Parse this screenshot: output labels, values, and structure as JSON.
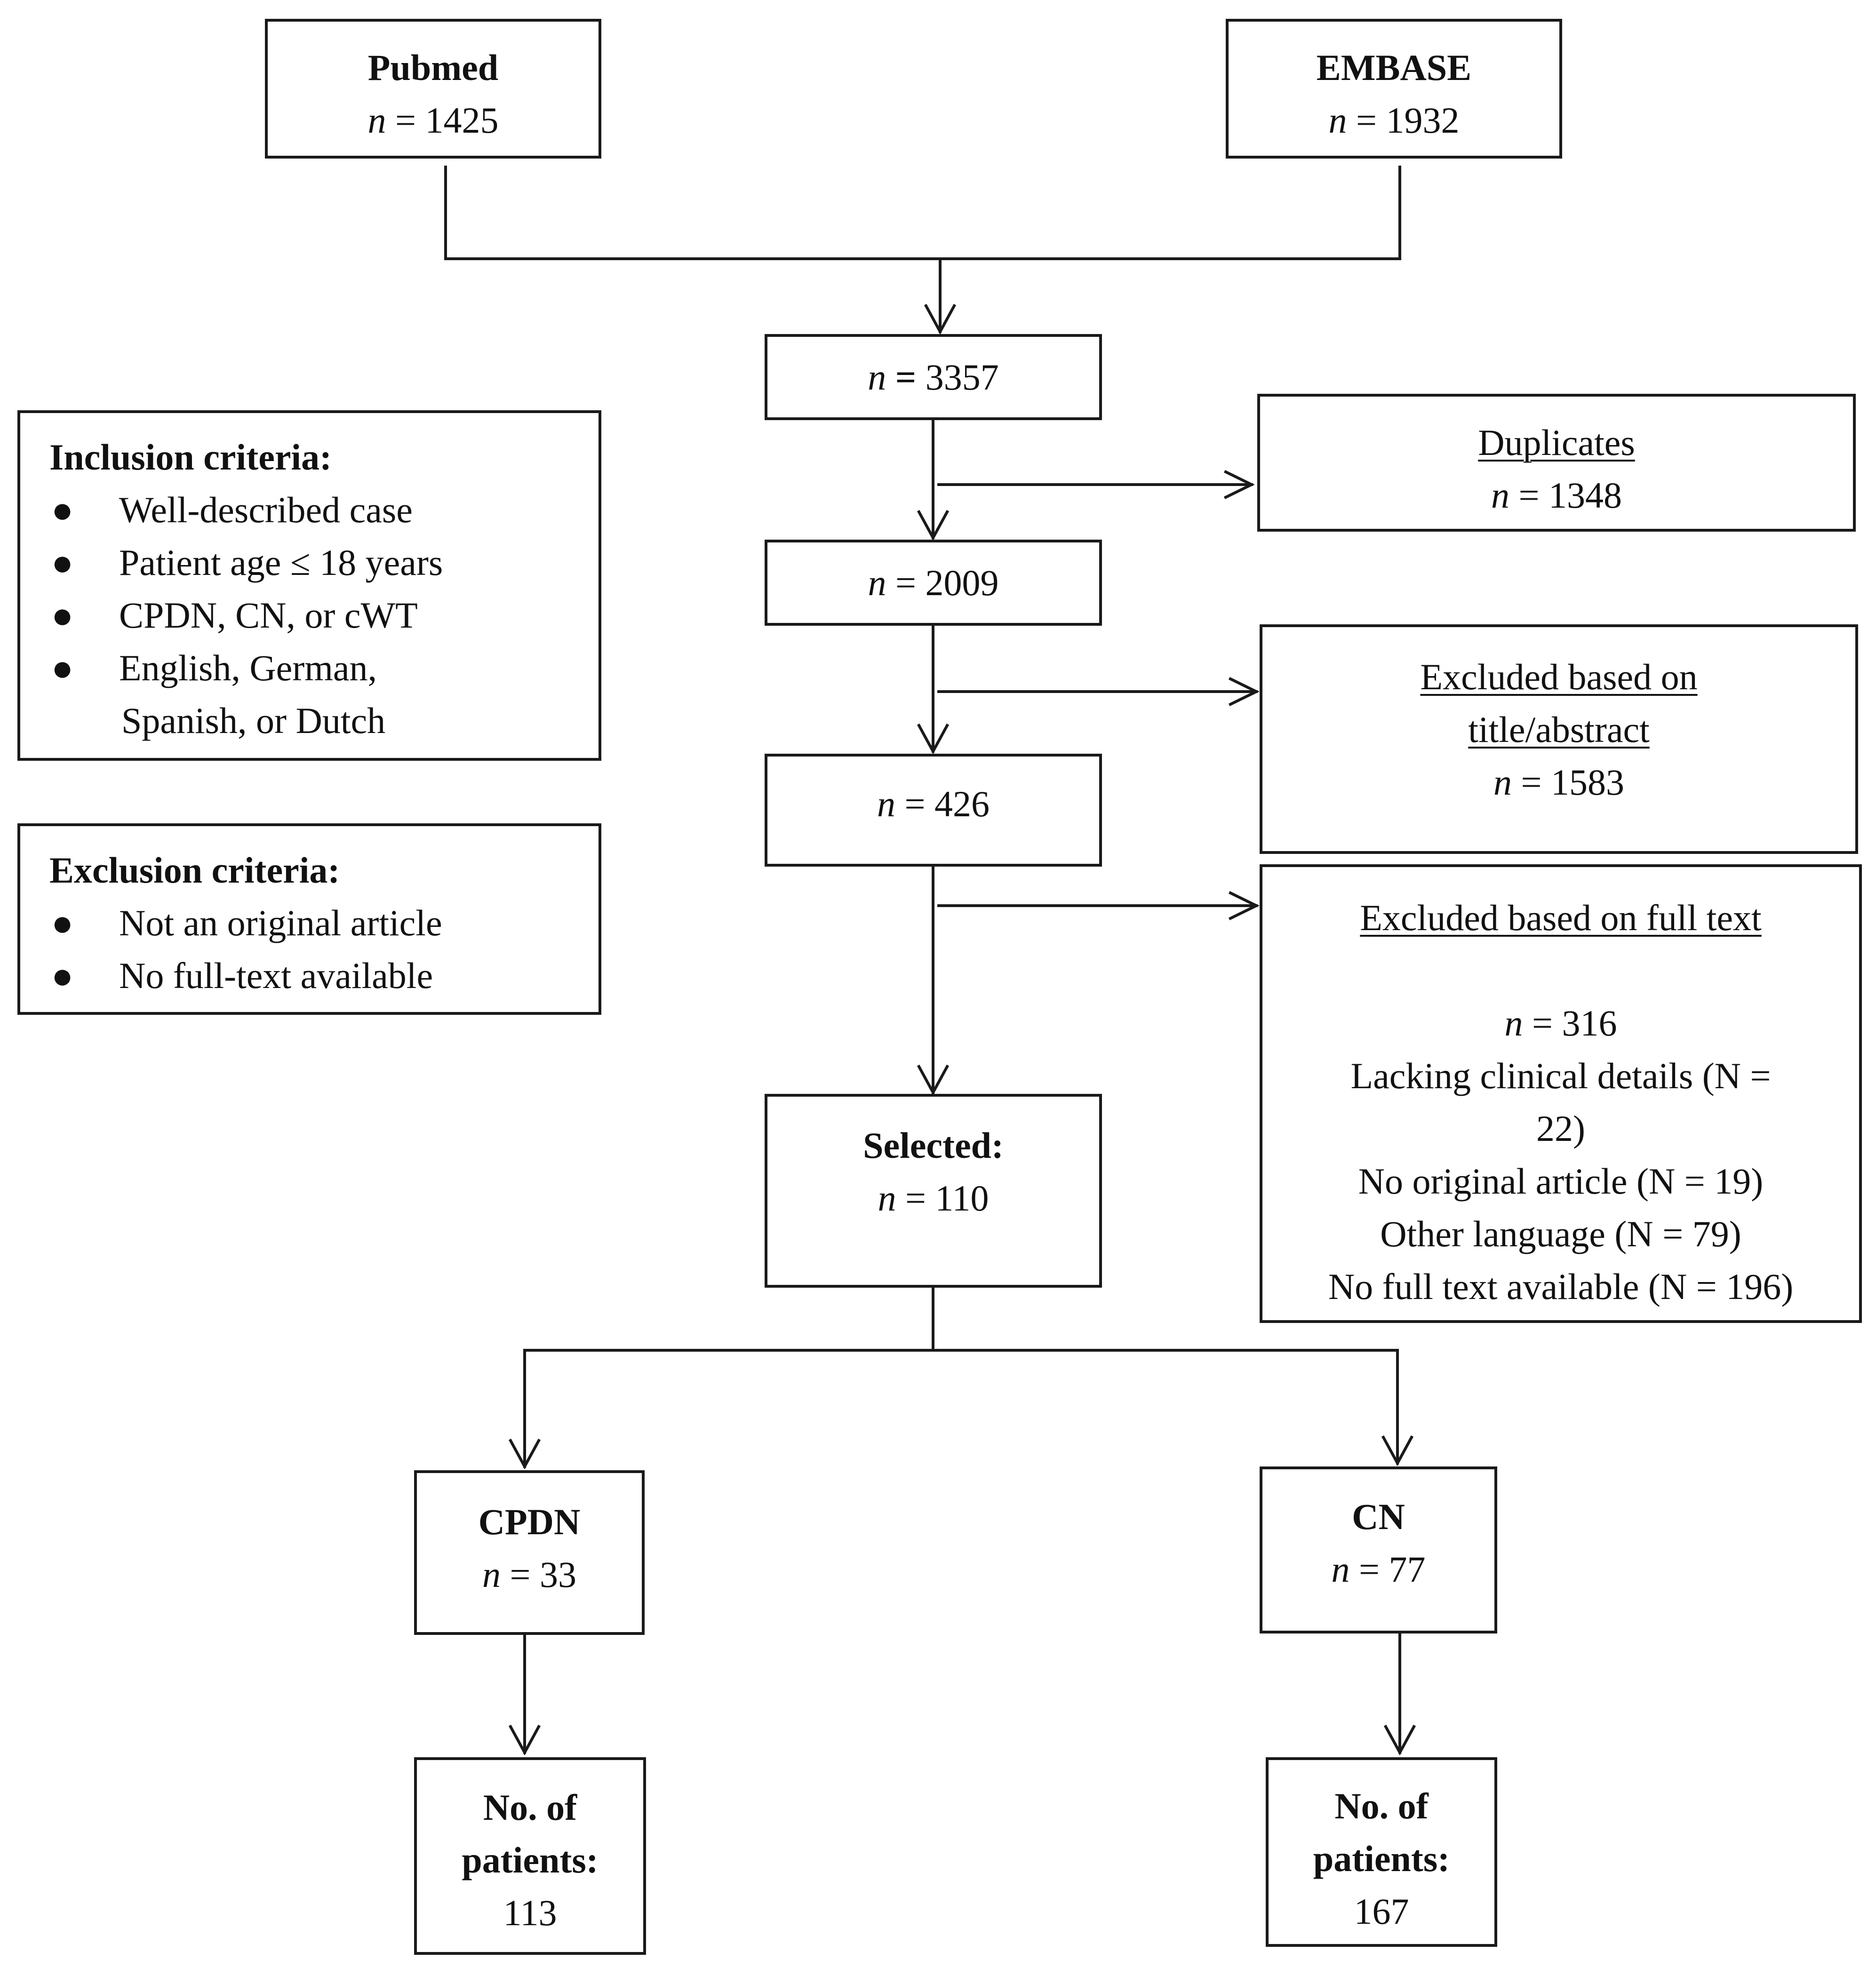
{
  "sources": {
    "pubmed": {
      "title": "Pubmed",
      "n_label": "n",
      "n_value": "= 1425"
    },
    "embase": {
      "title": "EMBASE",
      "n_label": "n",
      "n_value": "= 1932"
    }
  },
  "flow": {
    "combined": {
      "n_label": "n",
      "n_value": "= 3357"
    },
    "after_duplicates": {
      "n_label": "n",
      "n_value": "= 2009"
    },
    "after_title_abstract": {
      "n_label": "n",
      "n_value": "= 426"
    },
    "selected": {
      "title": "Selected:",
      "n_label": "n",
      "n_value": "= 110"
    }
  },
  "exclusions": {
    "duplicates": {
      "title": "Duplicates",
      "n_label": "n",
      "n_value": "= 1348"
    },
    "title_abstract": {
      "title_line1": "Excluded based on",
      "title_line2": "title/abstract",
      "n_label": "n",
      "n_value": "= 1583"
    },
    "full_text": {
      "title": "Excluded based on full text",
      "n_label": "n",
      "n_value": "= 316",
      "reasons": [
        "Lacking clinical details (N =",
        "22)",
        "No original article (N = 19)",
        "Other language (N = 79)",
        "No full text available (N = 196)"
      ]
    }
  },
  "inclusion_criteria": {
    "title": "Inclusion criteria:",
    "items": [
      "Well-described case",
      "Patient age ≤ 18 years",
      "CPDN, CN, or cWT",
      "English, German,",
      "Spanish, or Dutch"
    ]
  },
  "exclusion_criteria": {
    "title": "Exclusion criteria:",
    "items": [
      "Not an original article",
      "No full-text available"
    ]
  },
  "groups": {
    "cpdn": {
      "title": "CPDN",
      "n_label": "n",
      "n_value": "= 33",
      "patients_label_1": "No. of",
      "patients_label_2": "patients:",
      "patients_value": "113"
    },
    "cn": {
      "title": "CN",
      "n_label": "n",
      "n_value": "= 77",
      "patients_label_1": "No. of",
      "patients_label_2": "patients:",
      "patients_value": "167"
    }
  },
  "colors": {
    "stroke": "#1a1a1a",
    "text": "#111111",
    "background": "#ffffff"
  }
}
